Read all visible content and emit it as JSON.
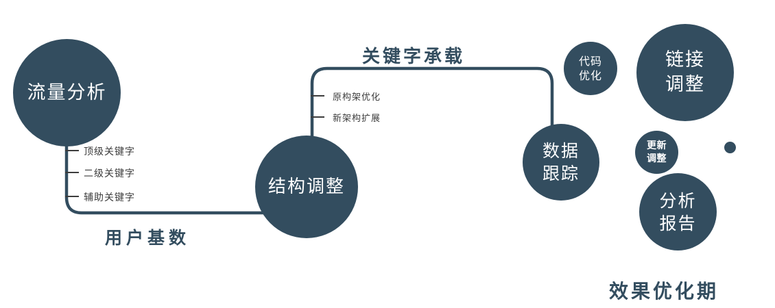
{
  "colors": {
    "accent": "#334d5f",
    "label": "#3c3c3c",
    "node_text": "#ffffff",
    "background": "#ffffff"
  },
  "nodes": {
    "traffic": {
      "label": "流量分析"
    },
    "structure": {
      "label": "结构调整"
    },
    "tracking": {
      "label": "数据\n跟踪"
    },
    "code": {
      "label": "代码\n优化"
    },
    "link": {
      "label": "链接\n调整"
    },
    "update": {
      "label": "更新\n调整"
    },
    "report": {
      "label": "分析\n报告"
    }
  },
  "edges": {
    "user_base": "用户基数",
    "keyword_carry": "关键字承载",
    "effect_phase": "效果优化期"
  },
  "ticks": {
    "traffic": [
      "顶级关键字",
      "二级关键字",
      "辅助关键字"
    ],
    "structure": [
      "原构架优化",
      "新架构扩展"
    ]
  }
}
